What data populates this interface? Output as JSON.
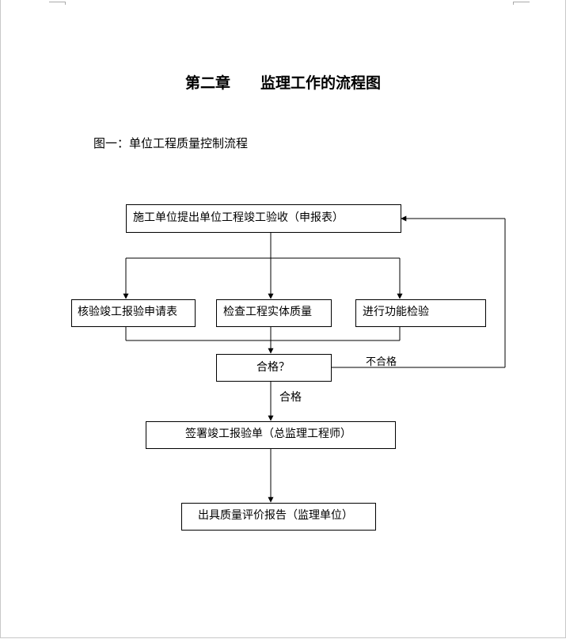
{
  "document": {
    "title": "第二章　　监理工作的流程图",
    "figure_caption": "图一：单位工程质量控制流程"
  },
  "flowchart": {
    "start": "施工单位提出单位工程竣工验收（申报表）",
    "branch_1": "核验竣工报验申请表",
    "branch_2": "检查工程实体质量",
    "branch_3": "进行功能检验",
    "decision": "合格？",
    "fail_label": "不合格",
    "pass_label": "合格",
    "sign": "签署竣工报验单（总监理工程师）",
    "report": "出具质量评价报告（监理单位）"
  }
}
